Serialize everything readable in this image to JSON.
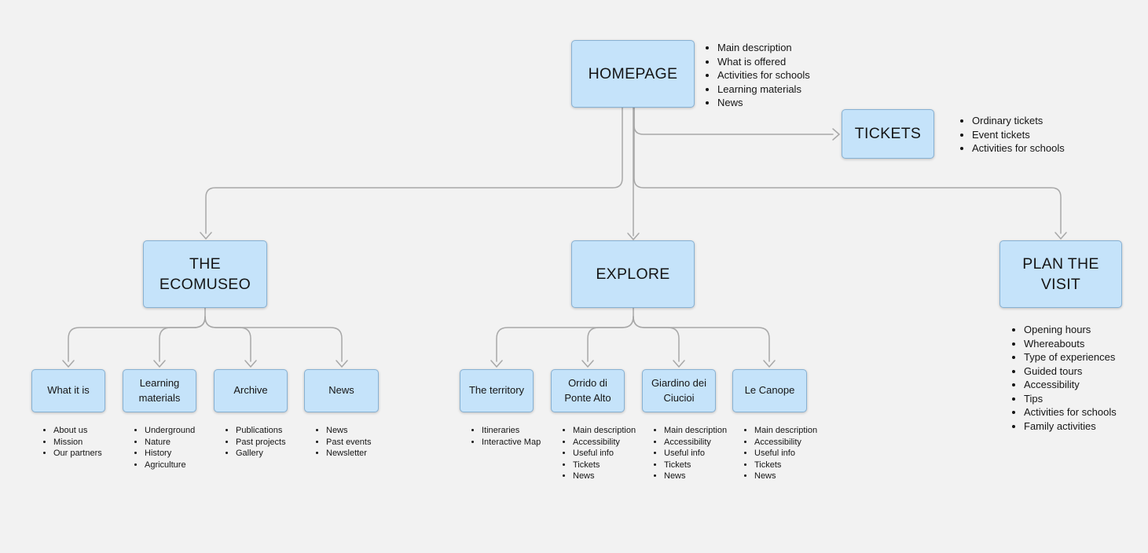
{
  "canvas": {
    "background_color": "#f2f2f2",
    "node_fill_color": "#c5e3fa",
    "node_border_color": "#87b1d3",
    "connector_color": "#a8a8a8"
  },
  "nodes": {
    "homepage": {
      "label": "HOMEPAGE",
      "bullets": [
        "Main description",
        "What is offered",
        "Activities for schools",
        "Learning materials",
        "News"
      ]
    },
    "tickets": {
      "label": "TICKETS",
      "bullets": [
        "Ordinary tickets",
        "Event tickets",
        "Activities for schools"
      ]
    },
    "ecomuseo": {
      "label": "THE ECOMUSEO"
    },
    "explore": {
      "label": "EXPLORE"
    },
    "plan": {
      "label": "PLAN THE VISIT",
      "bullets": [
        "Opening hours",
        "Whereabouts",
        "Type of experiences",
        "Guided tours",
        "Accessibility",
        "Tips",
        "Activities for schools",
        "Family activities"
      ]
    },
    "what_it_is": {
      "label": "What it is",
      "bullets": [
        "About us",
        "Mission",
        "Our partners"
      ]
    },
    "learning_materials": {
      "label": "Learning materials",
      "bullets": [
        "Underground",
        "Nature",
        "History",
        "Agriculture"
      ]
    },
    "archive": {
      "label": "Archive",
      "bullets": [
        "Publications",
        "Past projects",
        "Gallery"
      ]
    },
    "news": {
      "label": "News",
      "bullets": [
        "News",
        "Past events",
        "Newsletter"
      ]
    },
    "territory": {
      "label": "The territory",
      "bullets": [
        "Itineraries",
        "Interactive Map"
      ]
    },
    "orrido": {
      "label": "Orrido di Ponte Alto",
      "bullets": [
        "Main description",
        "Accessibility",
        "Useful info",
        "Tickets",
        "News"
      ]
    },
    "giardino": {
      "label": "Giardino dei Ciucioi",
      "bullets": [
        "Main description",
        "Accessibility",
        "Useful info",
        "Tickets",
        "News"
      ]
    },
    "canope": {
      "label": "Le Canope",
      "bullets": [
        "Main description",
        "Accessibility",
        "Useful info",
        "Tickets",
        "News"
      ]
    }
  }
}
